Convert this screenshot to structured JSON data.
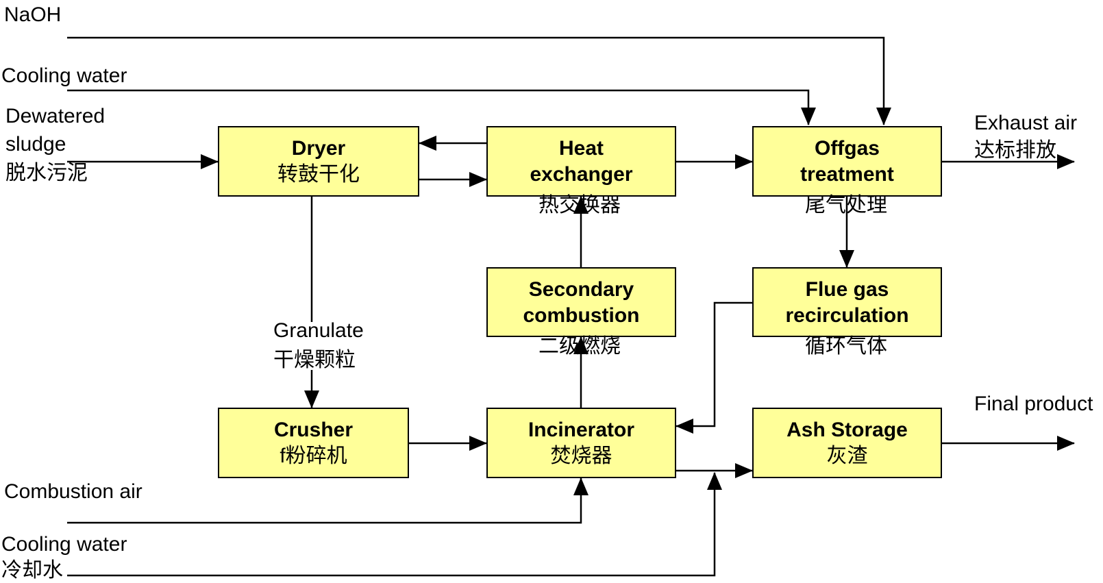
{
  "boxes": {
    "dryer": {
      "en": "Dryer",
      "zh": "转鼓干化"
    },
    "heat_exchanger": {
      "en1": "Heat",
      "en2": "exchanger",
      "zh": "热交换器"
    },
    "offgas": {
      "en1": "Offgas",
      "en2": "treatment",
      "zh": "尾气处理"
    },
    "secondary": {
      "en1": "Secondary",
      "en2": "combustion",
      "zh": "二级燃烧"
    },
    "flue_gas": {
      "en1": "Flue gas",
      "en2": "recirculation",
      "zh": "循环气体"
    },
    "crusher": {
      "en": "Crusher",
      "zh": "f粉碎机"
    },
    "incinerator": {
      "en": "Incinerator",
      "zh": "焚烧器"
    },
    "ash_storage": {
      "en": "Ash Storage",
      "zh": "灰渣"
    }
  },
  "labels": {
    "naoh": "NaOH",
    "cooling_water_top": "Cooling water",
    "dewatered_1": "Dewatered",
    "dewatered_2": "sludge",
    "dewatered_zh": "脱水污泥",
    "exhaust_air": "Exhaust air",
    "exhaust_zh": "达标排放",
    "granulate": "Granulate",
    "granulate_zh": "干燥颗粒",
    "final_product": "Final product",
    "combustion_air": "Combustion air",
    "cooling_water_bottom": "Cooling water",
    "cooling_water_zh": "冷却水"
  },
  "colors": {
    "box_fill": "#ffff99",
    "line": "#000000"
  }
}
